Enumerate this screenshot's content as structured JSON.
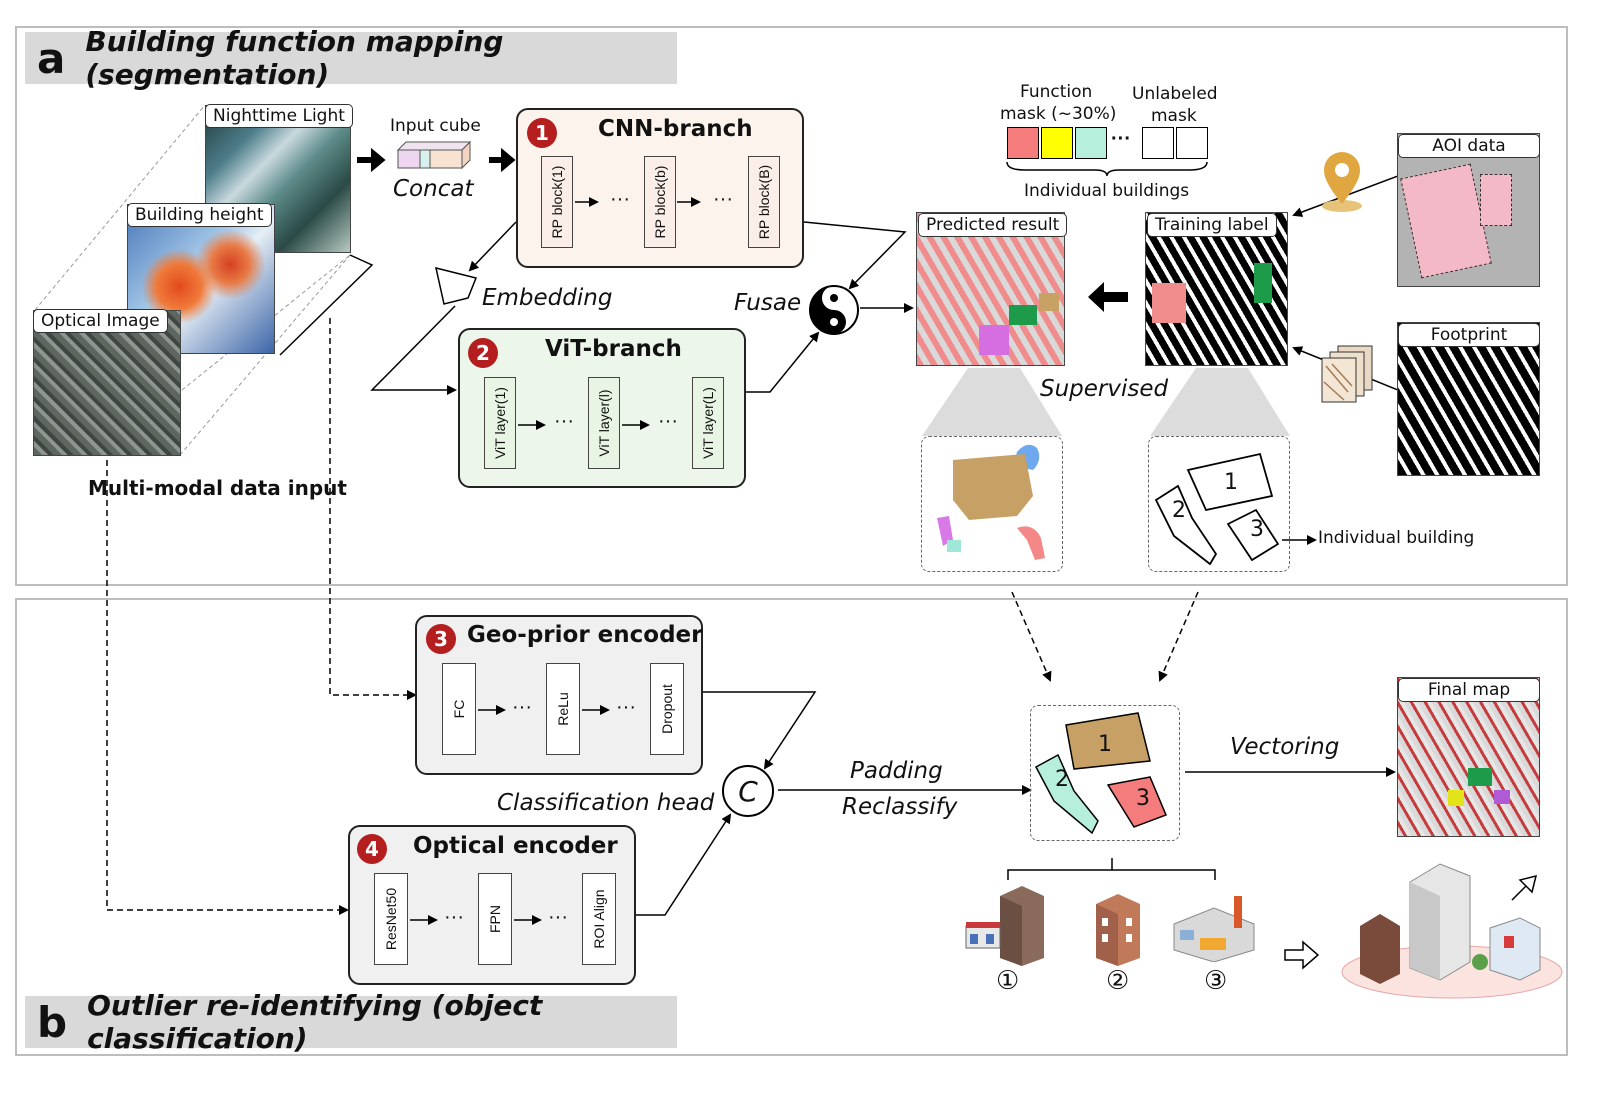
{
  "panel_a": {
    "letter": "a",
    "title": "Building function mapping (segmentation)"
  },
  "panel_b": {
    "letter": "b",
    "title": "Outlier re-identifying (object classification)"
  },
  "inputs": {
    "night": "Nighttime Light",
    "height": "Building height",
    "optical": "Optical Image",
    "caption": "Multi-modal data input"
  },
  "input_cube": "Input cube",
  "concat": "Concat",
  "cnn": {
    "num": "1",
    "title": "CNN-branch",
    "blocks": [
      "RP block(1)",
      "RP block(b)",
      "RP block(B)"
    ]
  },
  "vit": {
    "num": "2",
    "title": "ViT-branch",
    "blocks": [
      "ViT layer(1)",
      "ViT layer(l)",
      "ViT layer(L)"
    ]
  },
  "embedding": "Embedding",
  "fusae": "Fusae",
  "mask_legend": {
    "function_mask": "Function",
    "function_mask2": "mask (~30%)",
    "unlabeled": "Unlabeled",
    "unlabeled2": "mask",
    "individual": "Individual buildings",
    "colors": [
      "#f47c7c",
      "#ffff00",
      "#b6f0dc"
    ]
  },
  "predicted": "Predicted result",
  "training": "Training label",
  "aoi": "AOI data",
  "footprint": "Footprint",
  "supervised": "Supervised",
  "individual_building": "Individual building",
  "poly_numbers": [
    "1",
    "2",
    "3"
  ],
  "geo": {
    "num": "3",
    "title": "Geo-prior encoder",
    "blocks": [
      "FC",
      "ReLu",
      "Dropout"
    ]
  },
  "optical_enc": {
    "num": "4",
    "title": "Optical encoder",
    "blocks": [
      "ResNet50",
      "FPN",
      "ROI Align"
    ]
  },
  "classification_head": "Classification head",
  "concat_symbol": "C",
  "padding": "Padding",
  "reclassify": "Reclassify",
  "vectoring": "Vectoring",
  "final_map": "Final map",
  "building_types": [
    "①",
    "②",
    "③"
  ],
  "dots": "···"
}
